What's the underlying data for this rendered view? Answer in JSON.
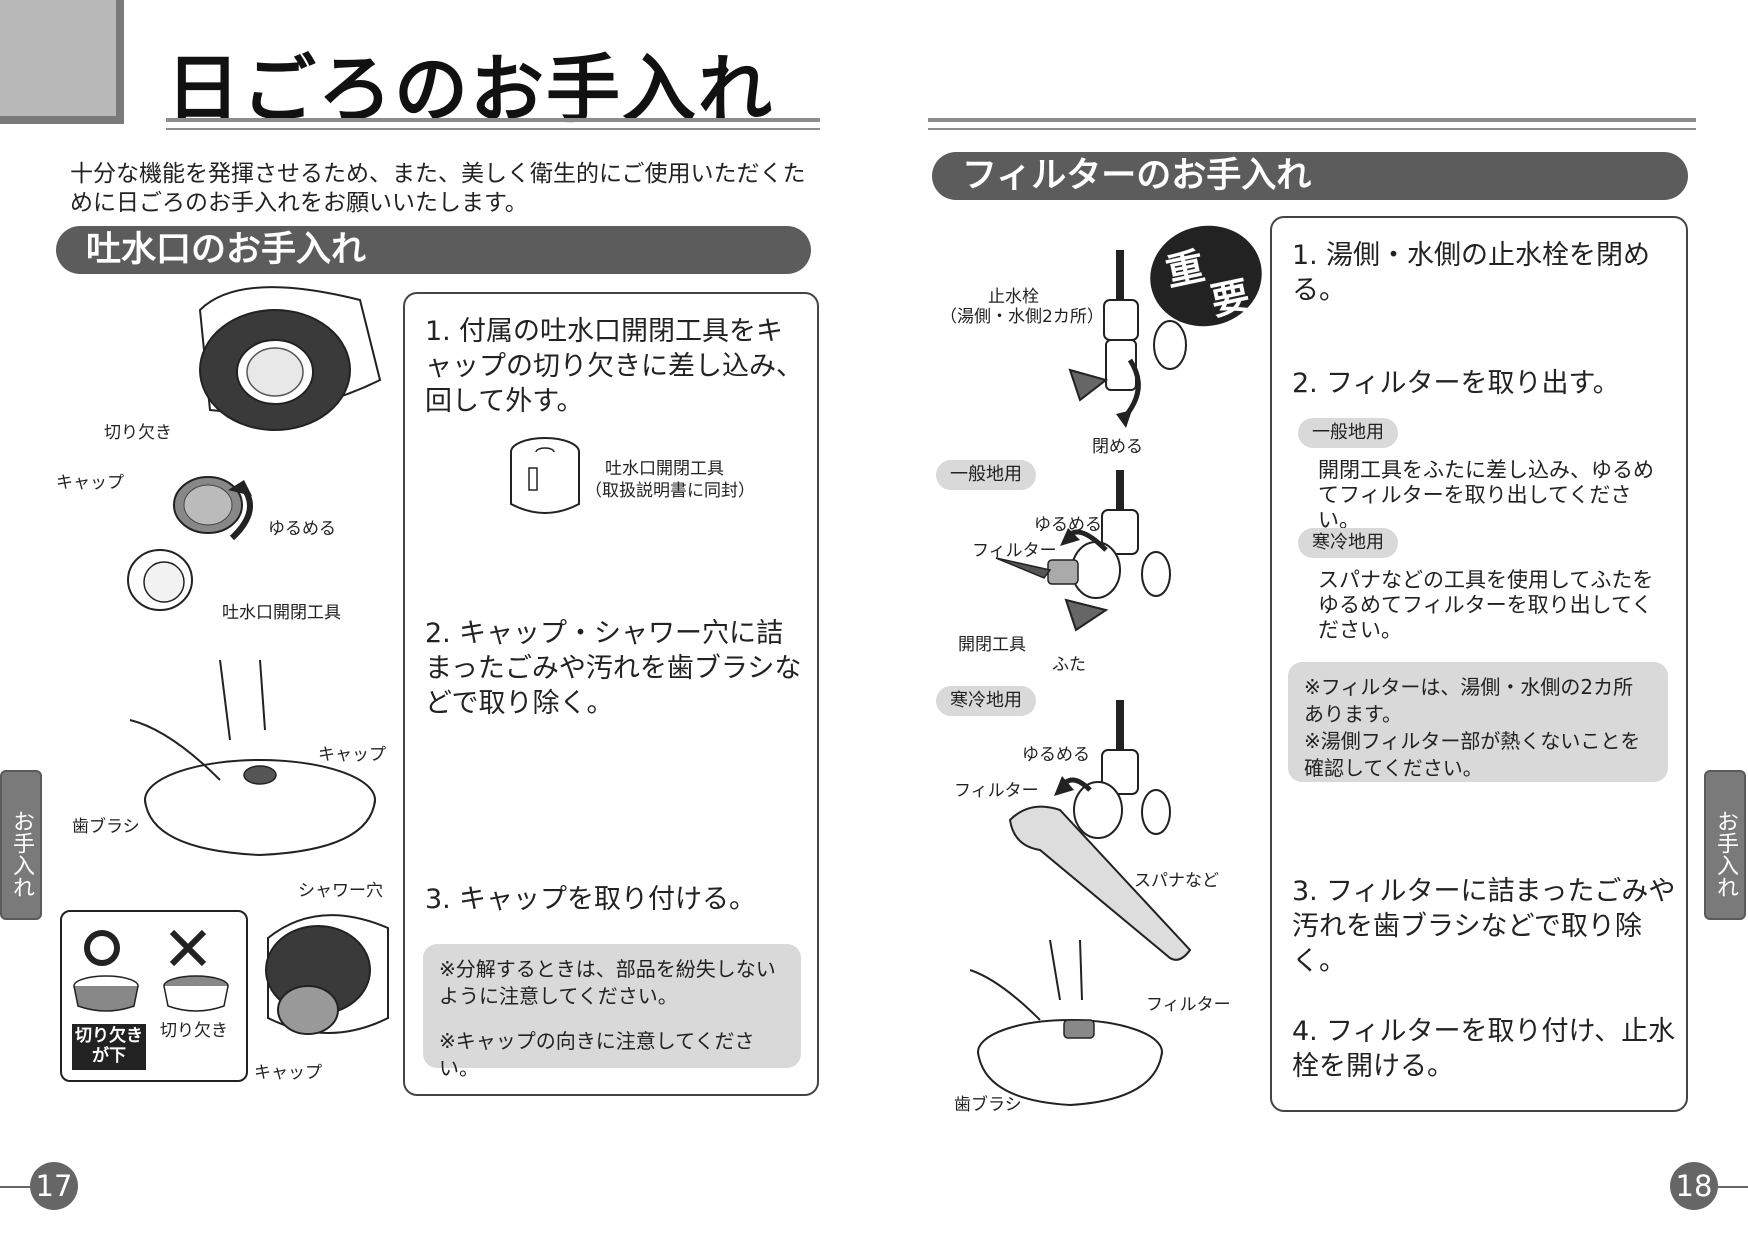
{
  "page": {
    "title": "日ごろのお手入れ",
    "intro": "十分な機能を発揮させるため、また、美しく衛生的にご使用いただくために日ごろのお手入れをお願いいたします。",
    "side_tab": "お手入れ",
    "page_left": "17",
    "page_right": "18"
  },
  "spout": {
    "heading": "吐水口のお手入れ",
    "steps": [
      {
        "num": "1.",
        "text": "付属の吐水口開閉工具をキャップの切り欠きに差し込み、回して外す。"
      },
      {
        "num": "2.",
        "text": "キャップ・シャワー穴に詰まったごみや汚れを歯ブラシなどで取り除く。"
      },
      {
        "num": "3.",
        "text": "キャップを取り付ける。"
      }
    ],
    "tool_label_1": "吐水口開閉工具",
    "tool_label_2": "（取扱説明書に同封）",
    "notes": [
      "※分解するときは、部品を紛失しないように注意してください。",
      "※キャップの向きに注意してください。"
    ],
    "labels": {
      "notch": "切り欠き",
      "cap": "キャップ",
      "loosen": "ゆるめる",
      "opener": "吐水口開閉工具",
      "cap2": "キャップ",
      "toothbrush": "歯ブラシ",
      "shower_hole": "シャワー穴",
      "cap3": "キャップ",
      "correct": "〇",
      "wrong": "×",
      "notch_down": "切り欠き\nが下",
      "notch2": "切り欠き"
    }
  },
  "filter": {
    "heading": "フィルターのお手入れ",
    "important": [
      "重",
      "要"
    ],
    "steps": [
      {
        "num": "1.",
        "text": "湯側・水側の止水栓を閉める。"
      },
      {
        "num": "2.",
        "text": "フィルターを取り出す。"
      },
      {
        "num": "3.",
        "text": "フィルターに詰まったごみや汚れを歯ブラシなどで取り除く。"
      },
      {
        "num": "4.",
        "text": "フィルターを取り付け、止水栓を開ける。"
      }
    ],
    "general": {
      "label": "一般地用",
      "text": "開閉工具をふたに差し込み、ゆるめてフィルターを取り出してください。"
    },
    "cold": {
      "label": "寒冷地用",
      "text": "スパナなどの工具を使用してふたをゆるめてフィルターを取り出してください。"
    },
    "notes": [
      "※フィルターは、湯側・水側の2カ所あります。",
      "※湯側フィルター部が熱くないことを確認してください。"
    ],
    "labels": {
      "stopcock": "止水栓",
      "stopcock_sub": "（湯側・水側2カ所）",
      "close": "閉める",
      "general": "一般地用",
      "loosen": "ゆるめる",
      "filter": "フィルター",
      "opener": "開閉工具",
      "lid": "ふた",
      "cold": "寒冷地用",
      "loosen2": "ゆるめる",
      "filter2": "フィルター",
      "spanner": "スパナなど",
      "filter3": "フィルター",
      "toothbrush": "歯ブラシ"
    }
  }
}
